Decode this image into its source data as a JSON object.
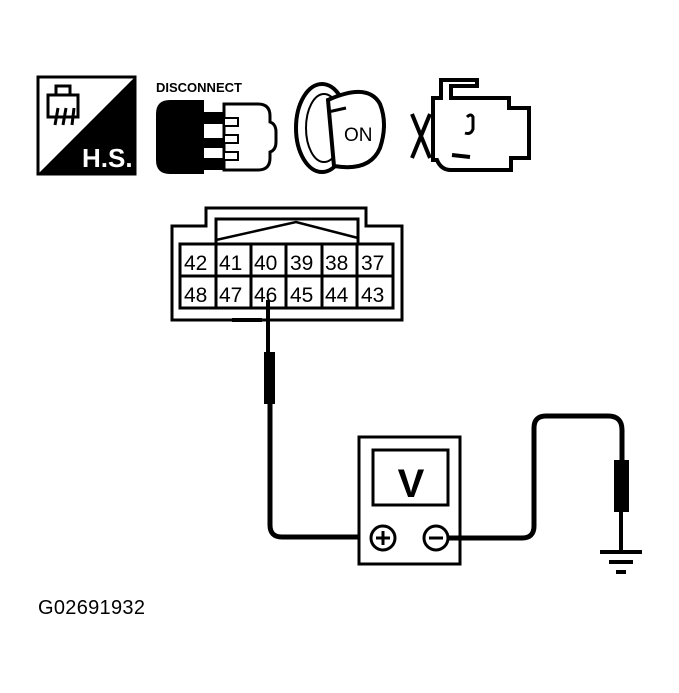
{
  "icons": {
    "hs": {
      "label": "H.S.",
      "name": "harness-side-icon"
    },
    "disconnect": {
      "label": "DISCONNECT",
      "name": "disconnect-connector-icon"
    },
    "ignition": {
      "label": "ON",
      "name": "ignition-key-on-icon"
    },
    "engine": {
      "name": "engine-off-icon"
    }
  },
  "connector": {
    "top_row": [
      "42",
      "41",
      "40",
      "39",
      "38",
      "37"
    ],
    "bottom_row": [
      "48",
      "47",
      "46",
      "45",
      "44",
      "43"
    ],
    "probed_terminal": "46"
  },
  "meter": {
    "display": "V",
    "positive": "+",
    "negative": "−"
  },
  "figure_id": "G02691932",
  "colors": {
    "line": "#000000",
    "background": "#ffffff"
  }
}
